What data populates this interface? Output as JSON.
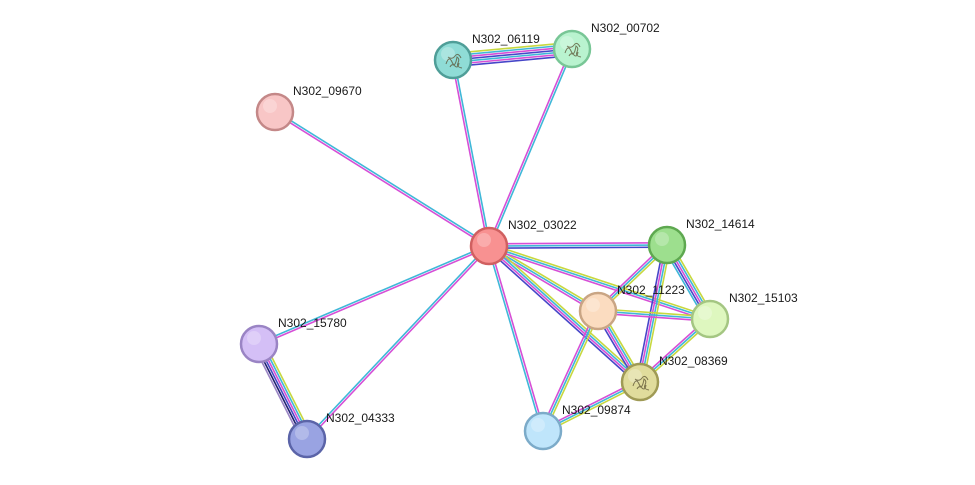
{
  "network": {
    "nodes": [
      {
        "id": "N302_03022",
        "label": "N302_03022",
        "fill": "#f89191",
        "stroke": "#d06060",
        "structure": false
      },
      {
        "id": "N302_06119",
        "label": "N302_06119",
        "fill": "#8fdcd6",
        "stroke": "#4f9e98",
        "structure": true
      },
      {
        "id": "N302_00702",
        "label": "N302_00702",
        "fill": "#b9f3cf",
        "stroke": "#78c696",
        "structure": true
      },
      {
        "id": "N302_09670",
        "label": "N302_09670",
        "fill": "#f8c6c6",
        "stroke": "#c48888",
        "structure": false
      },
      {
        "id": "N302_14614",
        "label": "N302_14614",
        "fill": "#9ddf8e",
        "stroke": "#5ea850",
        "structure": false
      },
      {
        "id": "N302_11223",
        "label": "N302_11223",
        "fill": "#fbdcc0",
        "stroke": "#c9a584",
        "structure": false
      },
      {
        "id": "N302_15103",
        "label": "N302_15103",
        "fill": "#def7bf",
        "stroke": "#a4c682",
        "structure": false
      },
      {
        "id": "N302_08369",
        "label": "N302_08369",
        "fill": "#e0dc9c",
        "stroke": "#9f9a55",
        "structure": true
      },
      {
        "id": "N302_09874",
        "label": "N302_09874",
        "fill": "#bfe5fb",
        "stroke": "#7cabc9",
        "structure": false
      },
      {
        "id": "N302_15780",
        "label": "N302_15780",
        "fill": "#d4bff6",
        "stroke": "#9a84c4",
        "structure": false
      },
      {
        "id": "N302_04333",
        "label": "N302_04333",
        "fill": "#99a3e2",
        "stroke": "#5b64a8",
        "structure": false
      }
    ],
    "edges": [
      {
        "source": "N302_03022",
        "target": "N302_09670",
        "colors": [
          "#d64fd6",
          "#3fb7d8"
        ]
      },
      {
        "source": "N302_03022",
        "target": "N302_06119",
        "colors": [
          "#d64fd6",
          "#3fb7d8"
        ]
      },
      {
        "source": "N302_03022",
        "target": "N302_00702",
        "colors": [
          "#d64fd6",
          "#3fb7d8"
        ]
      },
      {
        "source": "N302_06119",
        "target": "N302_00702",
        "colors": [
          "#c7d83f",
          "#3fb7d8",
          "#d64fd6",
          "#4646c8",
          "#3fb7d8",
          "#d64fd6",
          "#4646c8"
        ]
      },
      {
        "source": "N302_03022",
        "target": "N302_14614",
        "colors": [
          "#d64fd6",
          "#3fb7d8",
          "#4646c8"
        ]
      },
      {
        "source": "N302_03022",
        "target": "N302_11223",
        "colors": [
          "#c7d83f",
          "#3fb7d8",
          "#d64fd6"
        ]
      },
      {
        "source": "N302_03022",
        "target": "N302_15103",
        "colors": [
          "#c7d83f",
          "#3fb7d8",
          "#d64fd6"
        ]
      },
      {
        "source": "N302_03022",
        "target": "N302_08369",
        "colors": [
          "#c7d83f",
          "#3fb7d8",
          "#d64fd6",
          "#4646c8"
        ]
      },
      {
        "source": "N302_03022",
        "target": "N302_09874",
        "colors": [
          "#d64fd6",
          "#3fb7d8"
        ]
      },
      {
        "source": "N302_03022",
        "target": "N302_15780",
        "colors": [
          "#d64fd6",
          "#3fb7d8"
        ]
      },
      {
        "source": "N302_03022",
        "target": "N302_04333",
        "colors": [
          "#d64fd6",
          "#3fb7d8"
        ]
      },
      {
        "source": "N302_15780",
        "target": "N302_04333",
        "colors": [
          "#c7d83f",
          "#3fb7d8",
          "#d64fd6",
          "#4646c8",
          "#202070",
          "#9a84c4"
        ]
      },
      {
        "source": "N302_14614",
        "target": "N302_15103",
        "colors": [
          "#c7d83f",
          "#3fb7d8",
          "#d64fd6",
          "#4646c8",
          "#3fb7d8"
        ]
      },
      {
        "source": "N302_14614",
        "target": "N302_11223",
        "colors": [
          "#c7d83f",
          "#3fb7d8",
          "#d64fd6"
        ]
      },
      {
        "source": "N302_14614",
        "target": "N302_08369",
        "colors": [
          "#c7d83f",
          "#3fb7d8",
          "#d64fd6",
          "#4646c8"
        ]
      },
      {
        "source": "N302_11223",
        "target": "N302_15103",
        "colors": [
          "#c7d83f",
          "#3fb7d8",
          "#d64fd6"
        ]
      },
      {
        "source": "N302_11223",
        "target": "N302_08369",
        "colors": [
          "#c7d83f",
          "#3fb7d8",
          "#d64fd6",
          "#4646c8"
        ]
      },
      {
        "source": "N302_11223",
        "target": "N302_09874",
        "colors": [
          "#c7d83f",
          "#3fb7d8",
          "#d64fd6"
        ]
      },
      {
        "source": "N302_15103",
        "target": "N302_08369",
        "colors": [
          "#c7d83f",
          "#3fb7d8",
          "#d64fd6"
        ]
      },
      {
        "source": "N302_08369",
        "target": "N302_09874",
        "colors": [
          "#c7d83f",
          "#3fb7d8",
          "#d64fd6"
        ]
      }
    ]
  }
}
